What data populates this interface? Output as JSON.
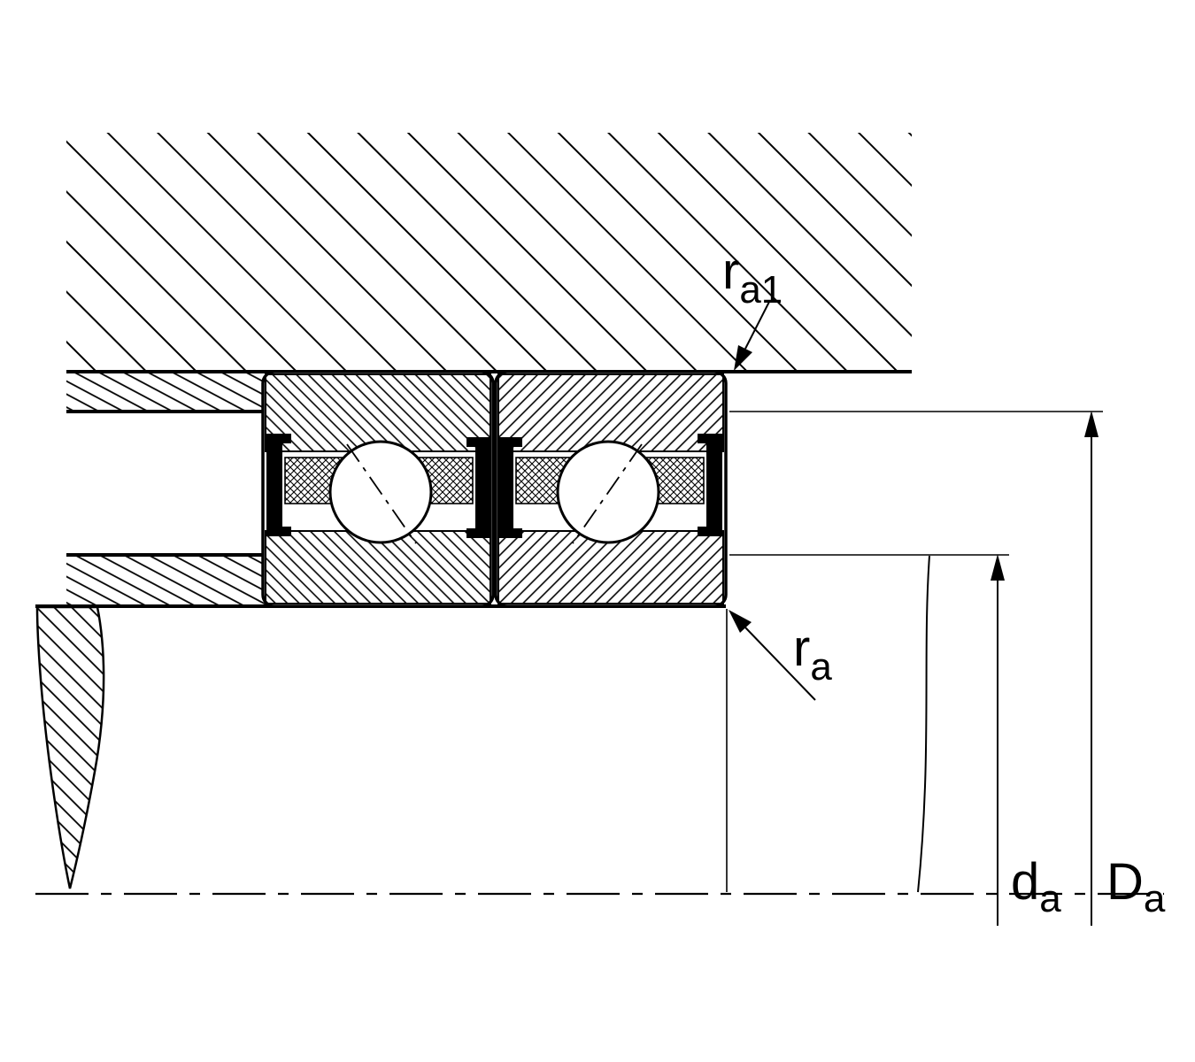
{
  "labels": {
    "ra1": {
      "main": "r",
      "sub": "a1"
    },
    "ra": {
      "main": "r",
      "sub": "a"
    },
    "da": {
      "main": "d",
      "sub": "a"
    },
    "Da": {
      "main": "D",
      "sub": "a"
    }
  },
  "colors": {
    "ink": "#000000",
    "paper": "#ffffff"
  }
}
